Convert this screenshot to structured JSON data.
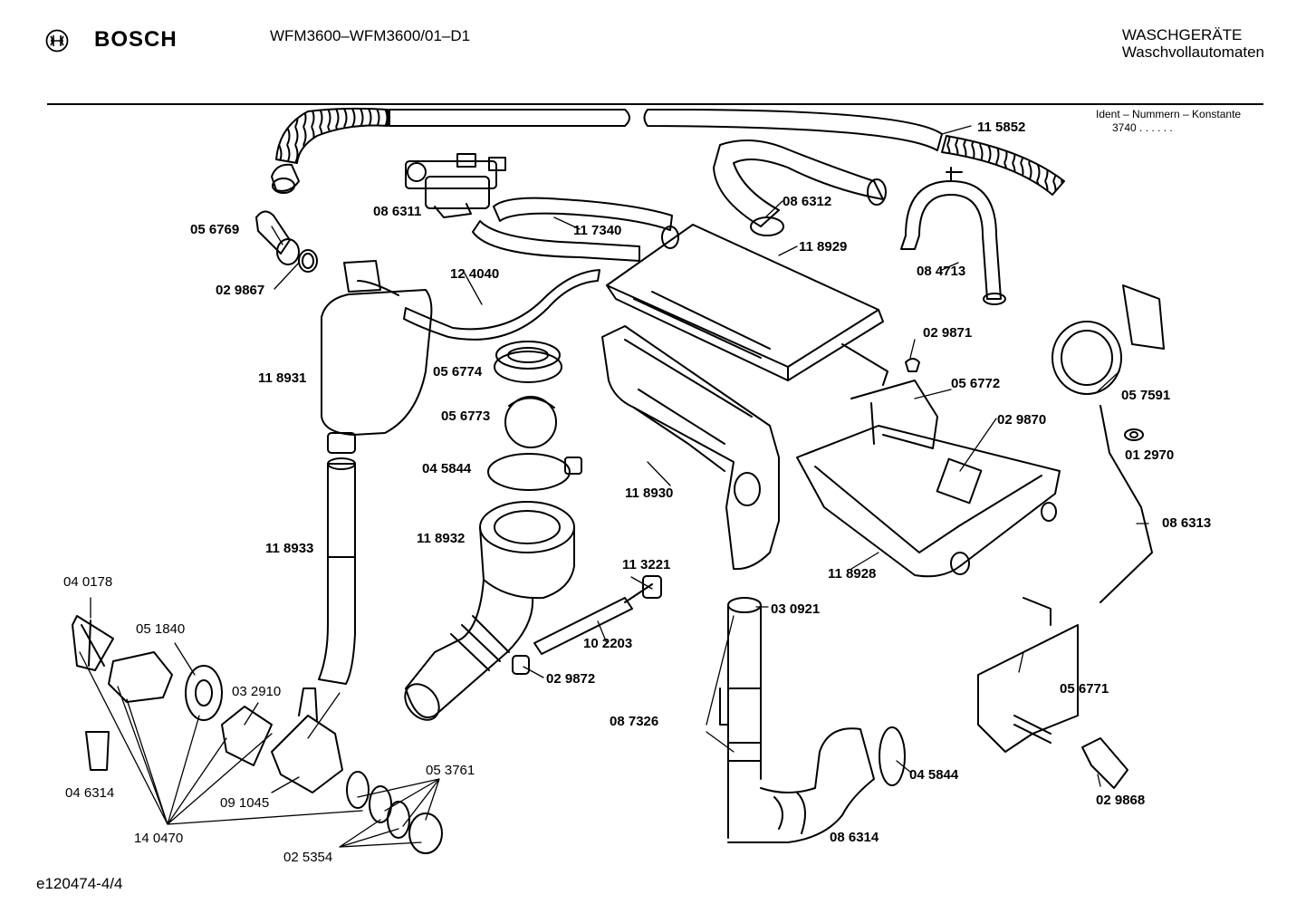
{
  "header": {
    "brand": "BOSCH",
    "model": "WFM3600–WFM3600/01–D1",
    "category_line1": "WASCHGERÄTE",
    "category_line2": "Waschvollautomaten",
    "ident_label": "Ident – Nummern – Konstante",
    "ident_value": "3740 . . . . . ."
  },
  "footer": {
    "drawing_code": "e120474-4/4"
  },
  "part_labels": [
    {
      "id": "p115852",
      "text": "11 5852",
      "bold": true
    },
    {
      "id": "p086311",
      "text": "08 6311",
      "bold": true
    },
    {
      "id": "p086312",
      "text": "08 6312",
      "bold": true
    },
    {
      "id": "p056769",
      "text": "05 6769",
      "bold": true
    },
    {
      "id": "p117340",
      "text": "11 7340",
      "bold": true
    },
    {
      "id": "p118929",
      "text": "11 8929",
      "bold": true
    },
    {
      "id": "p084713",
      "text": "08 4713",
      "bold": true
    },
    {
      "id": "p029867",
      "text": "02 9867",
      "bold": true
    },
    {
      "id": "p124040",
      "text": "12 4040",
      "bold": true
    },
    {
      "id": "p029871",
      "text": "02 9871",
      "bold": true
    },
    {
      "id": "p118931",
      "text": "11 8931",
      "bold": true
    },
    {
      "id": "p056774",
      "text": "05 6774",
      "bold": true
    },
    {
      "id": "p056772",
      "text": "05 6772",
      "bold": true
    },
    {
      "id": "p057591",
      "text": "05 7591",
      "bold": true
    },
    {
      "id": "p056773",
      "text": "05 6773",
      "bold": true
    },
    {
      "id": "p029870",
      "text": "02 9870",
      "bold": true
    },
    {
      "id": "p012970",
      "text": "01 2970",
      "bold": true
    },
    {
      "id": "p045844a",
      "text": "04 5844",
      "bold": true
    },
    {
      "id": "p118930",
      "text": "11 8930",
      "bold": true
    },
    {
      "id": "p086313",
      "text": "08 6313",
      "bold": true
    },
    {
      "id": "p118933",
      "text": "11 8933",
      "bold": true
    },
    {
      "id": "p118932",
      "text": "11 8932",
      "bold": true
    },
    {
      "id": "p113221",
      "text": "11 3221",
      "bold": true
    },
    {
      "id": "p118928",
      "text": "11 8928",
      "bold": true
    },
    {
      "id": "p040178",
      "text": "04 0178",
      "bold": false
    },
    {
      "id": "p030921",
      "text": "03 0921",
      "bold": true
    },
    {
      "id": "p051840",
      "text": "05 1840",
      "bold": false
    },
    {
      "id": "p102203",
      "text": "10 2203",
      "bold": true
    },
    {
      "id": "p029872",
      "text": "02 9872",
      "bold": true
    },
    {
      "id": "p032910",
      "text": "03 2910",
      "bold": false
    },
    {
      "id": "p087326",
      "text": "08 7326",
      "bold": true
    },
    {
      "id": "p056771",
      "text": "05 6771",
      "bold": true
    },
    {
      "id": "p053761",
      "text": "05 3761",
      "bold": false
    },
    {
      "id": "p045844b",
      "text": "04 5844",
      "bold": true
    },
    {
      "id": "p046314",
      "text": "04 6314",
      "bold": false
    },
    {
      "id": "p091045",
      "text": "09 1045",
      "bold": false
    },
    {
      "id": "p029868",
      "text": "02 9868",
      "bold": true
    },
    {
      "id": "p140470",
      "text": "14 0470",
      "bold": false
    },
    {
      "id": "p086314",
      "text": "08 6314",
      "bold": true
    },
    {
      "id": "p025354",
      "text": "02 5354",
      "bold": false
    }
  ]
}
